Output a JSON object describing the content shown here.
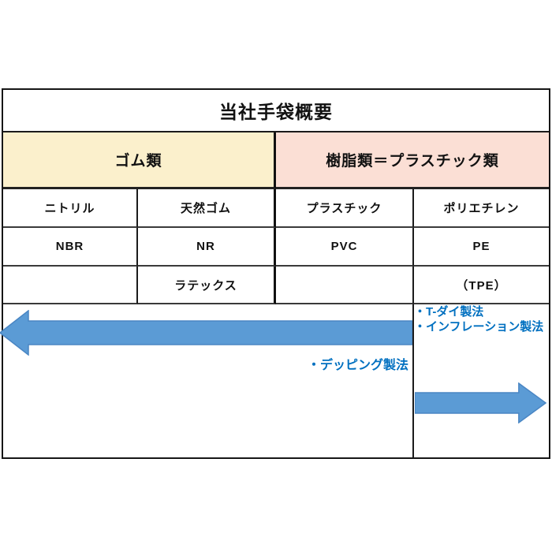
{
  "title": "当社手袋概要",
  "groups": [
    {
      "label": "ゴム類",
      "bg": "#FBF0CC"
    },
    {
      "label": "樹脂類＝プラスチック類",
      "bg": "#FBDFD5"
    }
  ],
  "table": {
    "rows": [
      [
        "ニトリル",
        "天然ゴム",
        "プラスチック",
        "ポリエチレン"
      ],
      [
        "NBR",
        "NR",
        "PVC",
        "PE"
      ],
      [
        "",
        "ラテックス",
        "",
        "（TPE）"
      ]
    ]
  },
  "process": {
    "rubber_method_label": "・デッピング製法",
    "plastic_method_labels": [
      "・T-ダイ製法",
      "・インフレーション製法"
    ],
    "arrow_color": "#5B9BD5",
    "arrow_border_color": "#4A86C4",
    "label_color": "#0070C0"
  }
}
